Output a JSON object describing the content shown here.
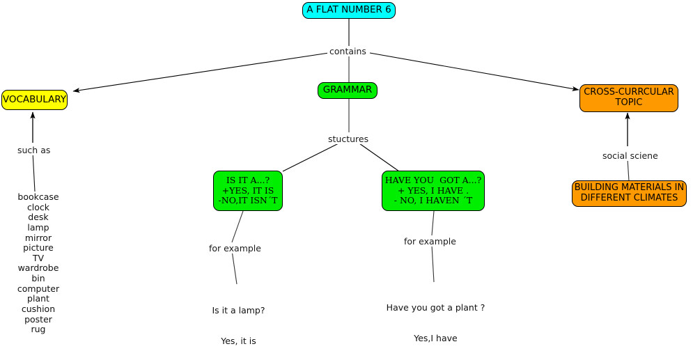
{
  "diagram": {
    "title": "A FLAT NUMBER 6 concept map",
    "background": "#ffffff",
    "colors": {
      "topic": "#00ffff",
      "vocabulary": "#ffff00",
      "grammar": "#00ee00",
      "structure": "#00ee00",
      "cross_curricular": "#ff9900",
      "line": "#000000",
      "text": "#000000"
    }
  },
  "nodes": {
    "root": {
      "label": "A FLAT NUMBER 6"
    },
    "vocabulary": {
      "label": "VOCABULARY"
    },
    "grammar": {
      "label": "GRAMMAR"
    },
    "cross_curricular": {
      "label_line1": "CROSS-CURRCULAR",
      "label_line2": "TOPIC"
    },
    "structure_left": {
      "line1": "IS IT A...?",
      "line2": "+YES, IT IS",
      "line3": "-NO,IT ISN´T"
    },
    "structure_right": {
      "line1": "HAVE YOU  GOT A...?",
      "line2": "+ YES, I HAVE .",
      "line3": "- NO, I HAVEN ´T"
    },
    "building_materials": {
      "label_line1": "BUILDING MATERIALS IN",
      "label_line2": "DIFFERENT CLIMATES"
    }
  },
  "edge_labels": {
    "contains": "contains",
    "such_as": "such as",
    "stuctures": "stuctures",
    "for_example_left": "for example",
    "for_example_right": "for example",
    "social_sciene": "social sciene"
  },
  "leaves": {
    "vocabulary_items": [
      "bookcase",
      "clock",
      "desk",
      "lamp",
      "mirror",
      "picture",
      "TV",
      "wardrobe",
      "bin",
      "computer",
      "plant",
      "cushion",
      "poster",
      "rug"
    ],
    "example_left": {
      "line1": "Is it a lamp?",
      "line2": "Yes, it is"
    },
    "example_right": {
      "line1": "Have you got a plant ?",
      "line2": "Yes,I have"
    }
  }
}
